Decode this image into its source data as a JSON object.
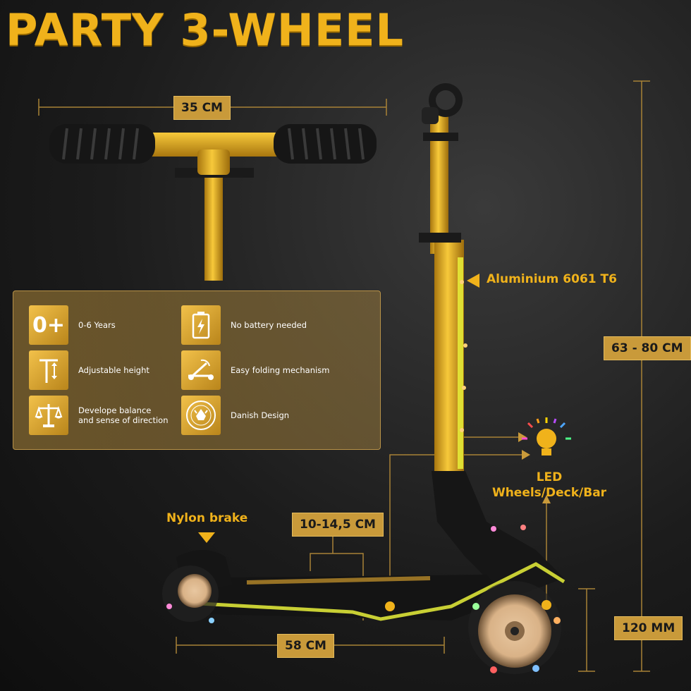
{
  "title": "PARTY 3-WHEEL",
  "dimensions": {
    "handlebar_width": "35 CM",
    "height_range": "63 - 80 CM",
    "deck_width": "10-14,5 CM",
    "deck_length": "58 CM",
    "wheel_size": "120 MM"
  },
  "callouts": {
    "material": "Aluminium 6061 T6",
    "led": "LED\nWheels/Deck/Bar",
    "brake": "Nylon brake"
  },
  "features": [
    {
      "icon": "age-badge-icon",
      "badge": "0+",
      "label": "0-6 Years"
    },
    {
      "icon": "battery-icon",
      "label": "No battery needed"
    },
    {
      "icon": "height-adjust-icon",
      "label": "Adjustable height"
    },
    {
      "icon": "folding-icon",
      "label": "Easy folding mechanism"
    },
    {
      "icon": "balance-scale-icon",
      "label": "Develope balance\nand sense of direction"
    },
    {
      "icon": "danish-design-seal-icon",
      "label": "Danish Design"
    }
  ],
  "colors": {
    "accent": "#f0b21b",
    "label_bg": "#c99a3a",
    "panel": "#8a6b32",
    "led_glow": "#e8f03a"
  }
}
